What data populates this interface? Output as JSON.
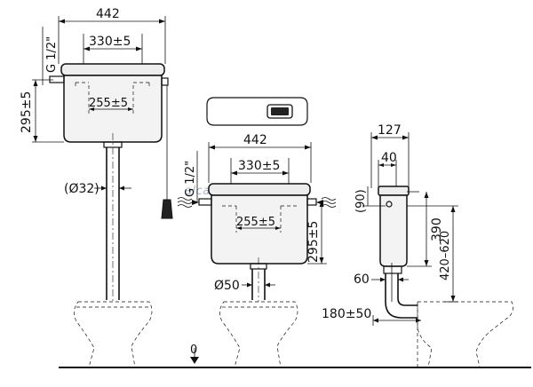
{
  "left_cistern": {
    "width": "442",
    "hole_spacing": "330±5",
    "inner_spacing": "255±5",
    "height": "295±5",
    "inlet_thread": "G 1/2\"",
    "pipe_diameter": "(Ø32)"
  },
  "middle_cistern": {
    "width": "442",
    "hole_spacing": "330±5",
    "inner_spacing": "255±5",
    "height": "295±5",
    "inlet_thread": "G 1/2\"",
    "pipe_diameter": "Ø50"
  },
  "side_view": {
    "depth": "127",
    "offset": "40",
    "top_offset": "(90)",
    "height": "390",
    "range": "420–620",
    "pipe": "60",
    "projection": "180±50"
  },
  "floor_level": "0",
  "watermark": "alcakanadom.ru"
}
